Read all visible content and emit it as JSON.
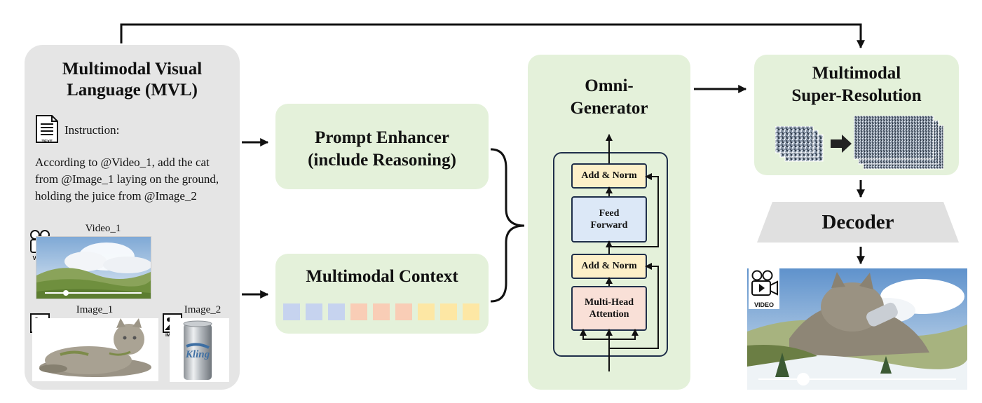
{
  "mvl": {
    "title": "Multimodal Visual Language (MVL)",
    "instruction_label": "Instruction:",
    "text_icon_label": "TEXT",
    "instruction_text": "According to @Video_1, add the cat from @Image_1 laying on the ground, holding the juice from @Image_2",
    "video_label": "Video_1",
    "video_icon_label": "VIDEO",
    "image1_label": "Image_1",
    "image2_label": "Image_2",
    "image_icon_label": "IMAGE",
    "can_text": "Kling"
  },
  "prompt_enhancer": {
    "line1": "Prompt Enhancer",
    "line2": "(include Reasoning)"
  },
  "context": {
    "title": "Multimodal Context",
    "tokens": [
      "#c6d3ef",
      "#c6d3ef",
      "#c6d3ef",
      "#f9cdb6",
      "#f9cdb6",
      "#f9cdb6",
      "#fde7a4",
      "#fde7a4",
      "#fde7a4"
    ]
  },
  "generator": {
    "line1": "Omni-",
    "line2": "Generator",
    "add_norm_top": "Add & Norm",
    "feed_forward_1": "Feed",
    "feed_forward_2": "Forward",
    "add_norm_bottom": "Add & Norm",
    "attention_1": "Multi-Head",
    "attention_2": "Attention"
  },
  "super_res": {
    "line1": "Multimodal",
    "line2": "Super-Resolution"
  },
  "decoder": {
    "label": "Decoder"
  },
  "output": {
    "video_icon_label": "VIDEO"
  },
  "colors": {
    "gray_panel": "#e5e5e5",
    "green_panel": "#e4f1da",
    "add_norm": "#fdf0c9",
    "feed_forward": "#dce8f7",
    "attention": "#f9e0d7",
    "decoder": "#e0e0e0"
  }
}
